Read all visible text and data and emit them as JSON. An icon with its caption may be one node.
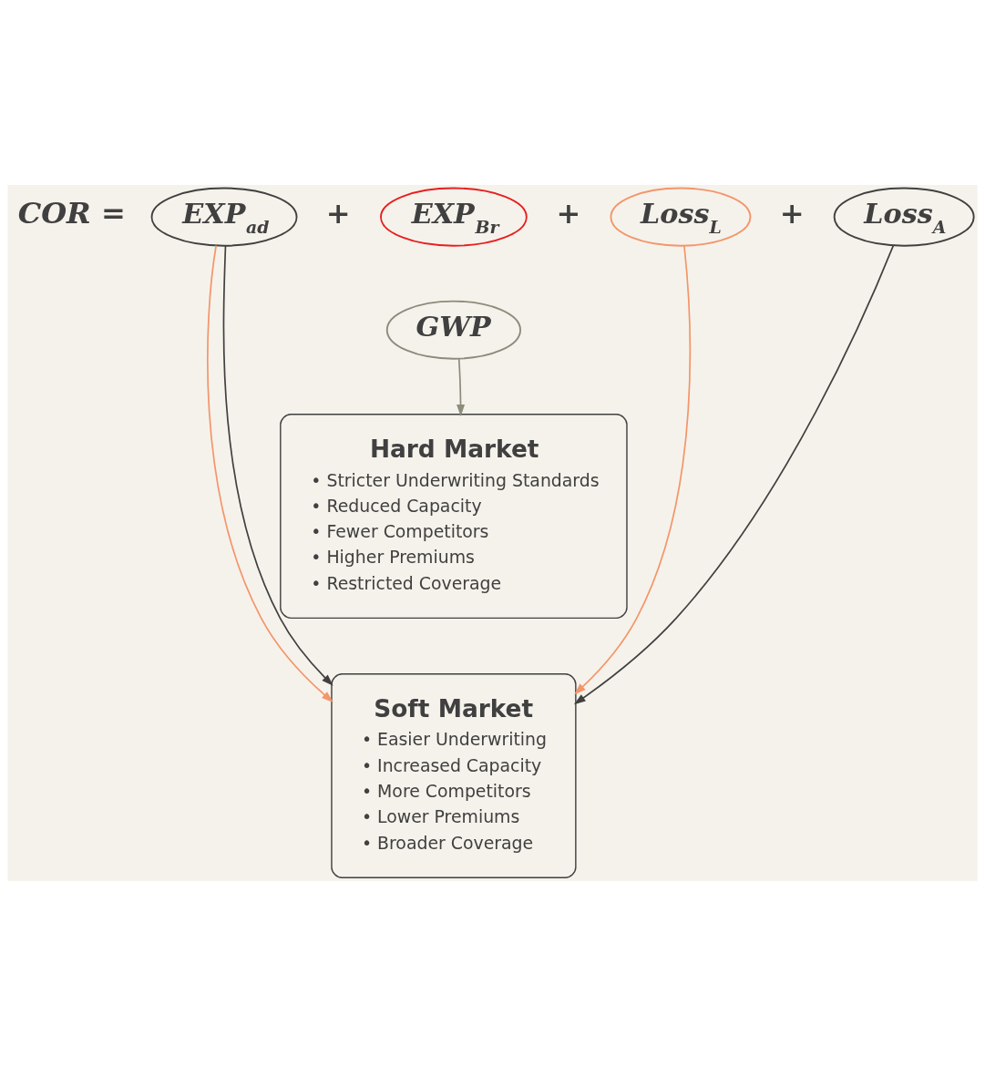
{
  "diagram": {
    "nodes": [
      {
        "text": [
          "EXP$_{ad}$"
        ]
      },
      {
        "text": [
          "EXP$_{Br}$"
        ]
      },
      {
        "text": [
          "Loss$_{L}$"
        ]
      },
      {
        "text": [
          "Loss$_{A}$"
        ]
      },
      {
        "text": [
          "GWP"
        ]
      },
      {
        "text": [
          "Hard Market",
          "• Stricter Underwriting Standards",
          "• Reduced Capacity",
          "• Fewer Competitors",
          "• Higher Premiums",
          "• Restricted Coverage"
        ]
      },
      {
        "text": [
          "Soft Market",
          "• Easier Underwriting",
          "• Increased Capacity",
          "• More Competitors",
          "• Lower Premiums",
          "• Broader Coverage"
        ]
      }
    ],
    "edges": [
      {
        "from": 0,
        "to": 6,
        "arrow": "to",
        "color": "#f4956a"
      },
      {
        "from": 0,
        "to": 6,
        "arrow": "to",
        "color": "#404040"
      },
      {
        "from": 2,
        "to": 6,
        "arrow": "to",
        "color": "#f4956a"
      },
      {
        "from": 3,
        "to": 6,
        "arrow": "to",
        "color": "#404040"
      },
      {
        "from": 4,
        "to": 5,
        "arrow": "to",
        "color": "#8c8c7c"
      }
    ],
    "labels": [
      "COR =",
      "+",
      "+",
      "+"
    ]
  }
}
